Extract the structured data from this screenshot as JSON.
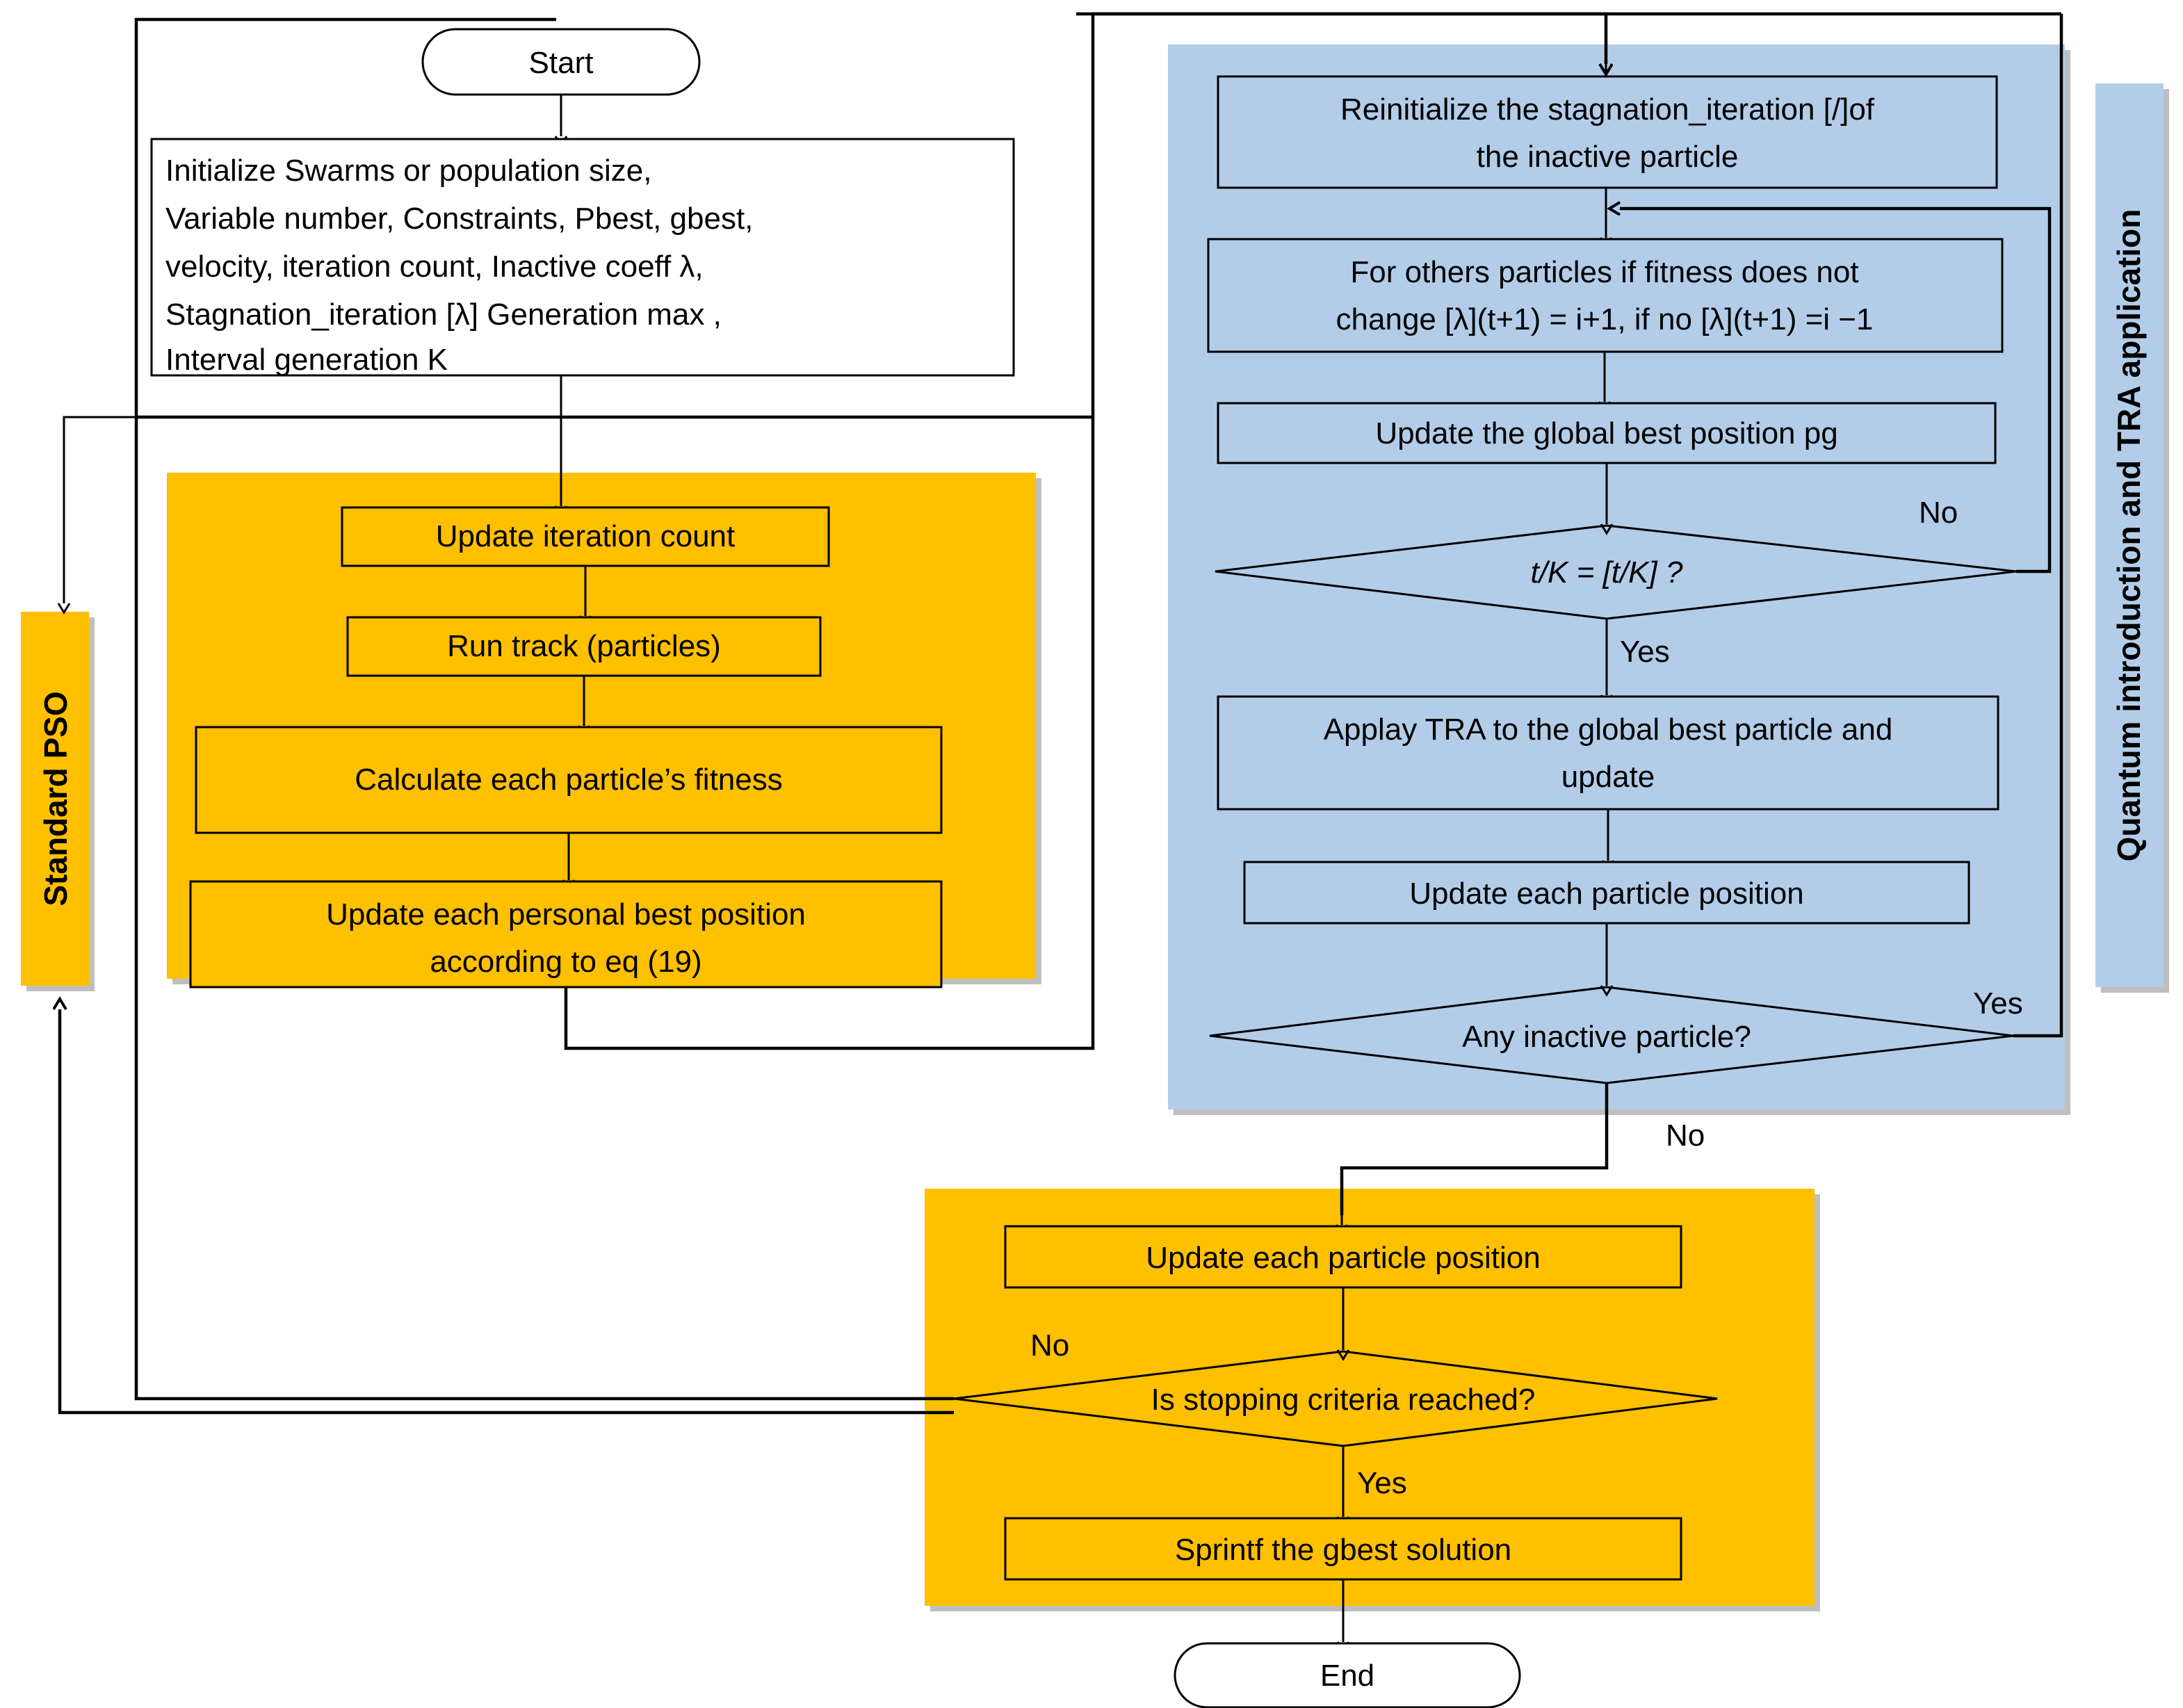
{
  "diagram": {
    "title_semantic": "Hybrid quantum PSO with TRA flowchart",
    "colors": {
      "orange": "#ffc000",
      "blue": "#b3cde8",
      "line": "#000000",
      "shadow": "#bfbfbf"
    },
    "terminators": {
      "start": "Start",
      "end": "End"
    },
    "side_labels": {
      "left": "Standard PSO",
      "right": "Quantum introduction and TRA application"
    },
    "init_box": {
      "lines": [
        "Initialize Swarms or population size,",
        "Variable number, Constraints, Pbest, gbest,",
        "velocity, iteration count, Inactive coeff λ,",
        "Stagnation_iteration [λ] Generation max ,",
        "Interval generation K"
      ]
    },
    "pso_block": {
      "steps": [
        {
          "label": "Update iteration count"
        },
        {
          "label": "Run track (particles)"
        },
        {
          "label": "Calculate each particle’s fitness"
        },
        {
          "label_line1": "Update each personal best position",
          "label_line2": "according to eq (19)"
        }
      ]
    },
    "quantum_block": {
      "steps": [
        {
          "label_line1": "Reinitialize the stagnation_iteration [/]of",
          "label_line2": "the inactive particle"
        },
        {
          "label_line1": "For others particles if fitness does not",
          "label_line2": "change [λ](t+1) = i+1, if no [λ](t+1) =i −1"
        },
        {
          "label": "Update the global best position pg"
        },
        {
          "label": "t/K = [t/K] ?",
          "type": "decision"
        },
        {
          "label_line1": "Applay TRA to the global best particle and",
          "label_line2": "update"
        },
        {
          "label": "Update each particle position"
        },
        {
          "label": "Any inactive particle?",
          "type": "decision"
        }
      ]
    },
    "final_block": {
      "steps": [
        {
          "label": "Update each particle position"
        },
        {
          "label": "Is stopping criteria reached?",
          "type": "decision"
        },
        {
          "label": "Sprintf the gbest solution"
        }
      ]
    },
    "edge_labels": {
      "tk_no": "No",
      "tk_yes": "Yes",
      "inactive_yes": "Yes",
      "inactive_no": "No",
      "stop_no": "No",
      "stop_yes": "Yes"
    }
  }
}
